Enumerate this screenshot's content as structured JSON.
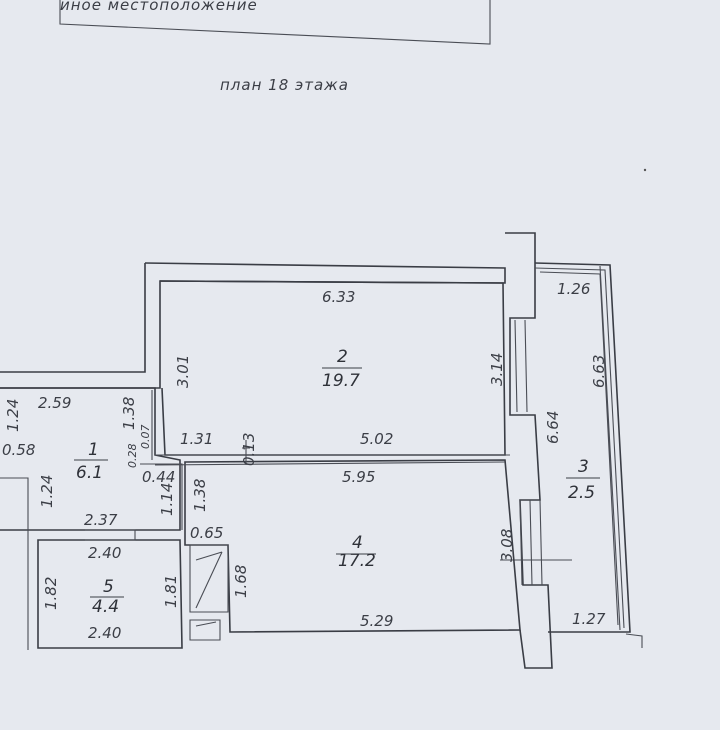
{
  "header": {
    "note": "иное местоположение",
    "plan_title": "план 18 этажа"
  },
  "rooms": [
    {
      "number": "1",
      "area": "6.1"
    },
    {
      "number": "2",
      "area": "19.7"
    },
    {
      "number": "3",
      "area": "2.5"
    },
    {
      "number": "4",
      "area": "17.2"
    },
    {
      "number": "5",
      "area": "4.4"
    }
  ],
  "dimensions": {
    "d_6_33": "6.33",
    "d_3_01": "3.01",
    "d_3_14": "3.14",
    "d_1_26": "1.26",
    "d_6_63": "6.63",
    "d_6_64": "6.64",
    "d_2_59": "2.59",
    "d_1_38a": "1.38",
    "d_1_24a": "1.24",
    "d_0_58": "0.58",
    "d_0_07": "0.07",
    "d_0_28": "0.28",
    "d_1_31": "1.31",
    "d_0_13": "0.13",
    "d_5_02": "5.02",
    "d_0_44": "0.44",
    "d_5_95": "5.95",
    "d_1_24b": "1.24",
    "d_1_14": "1.14",
    "d_1_38b": "1.38",
    "d_2_37": "2.37",
    "d_0_65": "0.65",
    "d_2_40a": "2.40",
    "d_1_82": "1.82",
    "d_1_81": "1.81",
    "d_1_68": "1.68",
    "d_3_08": "3.08",
    "d_2_40b": "2.40",
    "d_5_29": "5.29",
    "d_1_27": "1.27"
  }
}
